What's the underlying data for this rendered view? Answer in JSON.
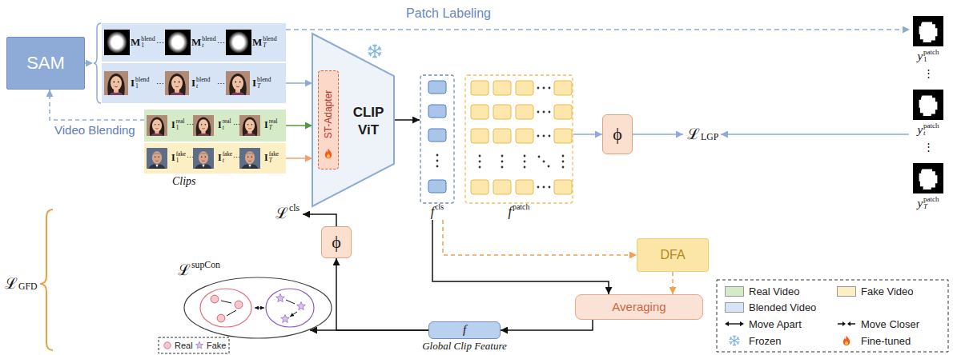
{
  "diagram": {
    "nodes": [
      {
        "text": [
          "SAM"
        ]
      },
      {
        "text": [
          "M",
          "1",
          "blend",
          "⋯",
          "M",
          "t",
          "blend",
          "⋯",
          "M",
          "T",
          "blend"
        ]
      },
      {
        "text": [
          "I",
          "1",
          "blend",
          "⋯",
          "I",
          "t",
          "blend",
          "⋯",
          "I",
          "T",
          "blend"
        ]
      },
      {
        "text": [
          "I",
          "1",
          "real",
          "⋯",
          "I",
          "t",
          "real",
          "⋯",
          "I",
          "T",
          "real"
        ]
      },
      {
        "text": [
          "I",
          "1",
          "fake",
          "⋯",
          "I",
          "t",
          "fake",
          "⋯",
          "I",
          "T",
          "fake"
        ]
      },
      {
        "text": [
          "CLIP ViT"
        ]
      },
      {
        "text": [
          "ST-Adapter"
        ],
        "in": 5
      },
      {
        "text": [
          "f",
          "cls"
        ]
      },
      {
        "text": [
          "f",
          "patch"
        ]
      },
      {
        "text": [
          "ϕ"
        ]
      },
      {
        "text": [
          "ϕ"
        ]
      },
      {
        "text": [
          "DFA"
        ]
      },
      {
        "text": [
          "Averaging"
        ]
      },
      {
        "text": [
          "f"
        ]
      }
    ],
    "edges": [
      {
        "from": 3,
        "to": 0,
        "arrow": "to",
        "label": "Video Blending"
      },
      {
        "from": 2,
        "to": 5,
        "arrow": "to"
      },
      {
        "from": 3,
        "to": 5,
        "arrow": "to"
      },
      {
        "from": 4,
        "to": 5,
        "arrow": "to"
      },
      {
        "from": 5,
        "to": 7,
        "arrow": "to"
      },
      {
        "from": 8,
        "to": 9,
        "arrow": "to"
      },
      {
        "from": 7,
        "to": 12,
        "arrow": "to"
      },
      {
        "from": 7,
        "to": 11,
        "arrow": "to"
      },
      {
        "from": 11,
        "to": 12,
        "arrow": "to"
      },
      {
        "from": 12,
        "to": 13,
        "arrow": "to"
      },
      {
        "from": 13,
        "to": 10,
        "arrow": "to"
      }
    ],
    "labels": [
      "Patch Labeling",
      "Clips",
      "y",
      "1",
      "patch",
      "⋮",
      "y",
      "t",
      "patch",
      "⋮",
      "y",
      "T",
      "patch",
      "ℒ",
      "LGP",
      "ℒ",
      "cls",
      "Global Clip Feature",
      "ℒ",
      "supCon",
      "ℒ",
      "GFD"
    ],
    "legend": [
      {
        "text": "Real Video",
        "color": "#d5ebc8"
      },
      {
        "text": "Fake Video",
        "color": "#fdefc4"
      },
      {
        "text": "Blended Video",
        "color": "#d6e4f5"
      },
      {
        "text": "Move Apart"
      },
      {
        "text": "Move Closer"
      },
      {
        "text": "Frozen"
      },
      {
        "text": "Fine-tuned"
      },
      {
        "text": "Real"
      },
      {
        "text": "Fake"
      }
    ]
  }
}
